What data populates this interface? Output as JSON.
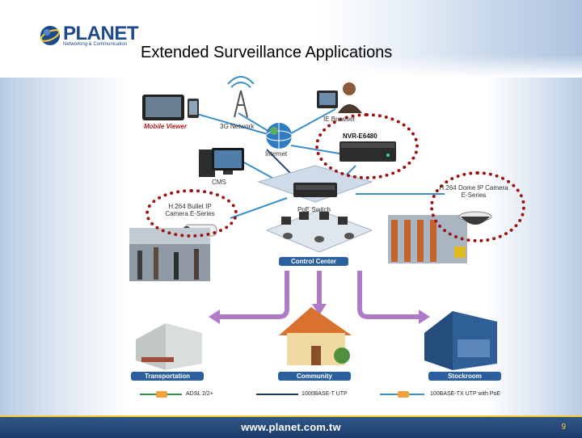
{
  "logo": {
    "name": "PLANET",
    "tagline": "Networking & Communication"
  },
  "title": "Extended Surveillance Applications",
  "nodes": {
    "mobile_viewer": "Mobile Viewer",
    "network_3g": "3G Network",
    "ie_browser": "IE Browser",
    "nvr": "NVR-E6480",
    "internet": "Internet",
    "cms": "CMS",
    "bullet_camera": "H.264 Bullet IP Camera E-Series",
    "poe_switch": "PoE Switch",
    "dome_camera": "H.264 Dome IP Camera E-Series",
    "control_center": "Control Center"
  },
  "sites": [
    "Transportation",
    "Community",
    "Stockroom"
  ],
  "legend": [
    "ADSL 2/2+",
    "1000BASE-T UTP",
    "100BASE-TX UTP with PoE"
  ],
  "footer": {
    "url": "www.planet.com.tw",
    "page": "9"
  },
  "colors": {
    "brand_blue": "#1d4a8c",
    "footer_blue": "#1c3d6b",
    "accent_gold": "#ffcc33",
    "ring_red": "#a01010",
    "arrow_purple": "#b07bc6"
  }
}
